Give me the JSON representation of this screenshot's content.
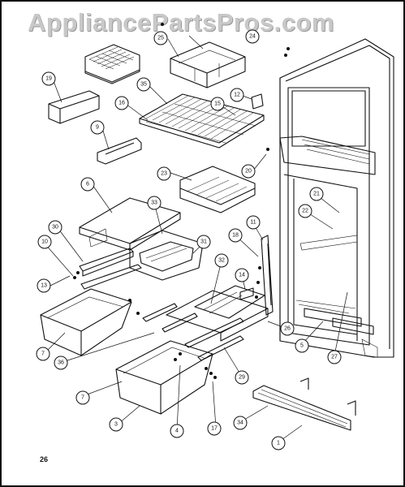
{
  "watermark": "AppliancePartsPros.com",
  "page_number": "26",
  "callouts": [
    {
      "id": "c19",
      "label": "19"
    },
    {
      "id": "c25",
      "label": "25"
    },
    {
      "id": "c24",
      "label": "24"
    },
    {
      "id": "c35",
      "label": "35"
    },
    {
      "id": "c16",
      "label": "16"
    },
    {
      "id": "c15",
      "label": "15"
    },
    {
      "id": "c12",
      "label": "12"
    },
    {
      "id": "c9",
      "label": "9"
    },
    {
      "id": "c23",
      "label": "23"
    },
    {
      "id": "c20",
      "label": "20"
    },
    {
      "id": "c6",
      "label": "6"
    },
    {
      "id": "c33",
      "label": "33"
    },
    {
      "id": "c30",
      "label": "30"
    },
    {
      "id": "c10",
      "label": "10"
    },
    {
      "id": "c31",
      "label": "31"
    },
    {
      "id": "c13",
      "label": "13"
    },
    {
      "id": "c32",
      "label": "32"
    },
    {
      "id": "c11",
      "label": "11"
    },
    {
      "id": "c18",
      "label": "18"
    },
    {
      "id": "c21",
      "label": "21"
    },
    {
      "id": "c22",
      "label": "22"
    },
    {
      "id": "c14",
      "label": "14"
    },
    {
      "id": "c26",
      "label": "26"
    },
    {
      "id": "c7a",
      "label": "7"
    },
    {
      "id": "c36",
      "label": "36"
    },
    {
      "id": "c7b",
      "label": "7"
    },
    {
      "id": "c5",
      "label": "5"
    },
    {
      "id": "c27",
      "label": "27"
    },
    {
      "id": "c29",
      "label": "29"
    },
    {
      "id": "c3",
      "label": "3"
    },
    {
      "id": "c4",
      "label": "4"
    },
    {
      "id": "c17",
      "label": "17"
    },
    {
      "id": "c34",
      "label": "34"
    },
    {
      "id": "c1",
      "label": "1"
    }
  ]
}
